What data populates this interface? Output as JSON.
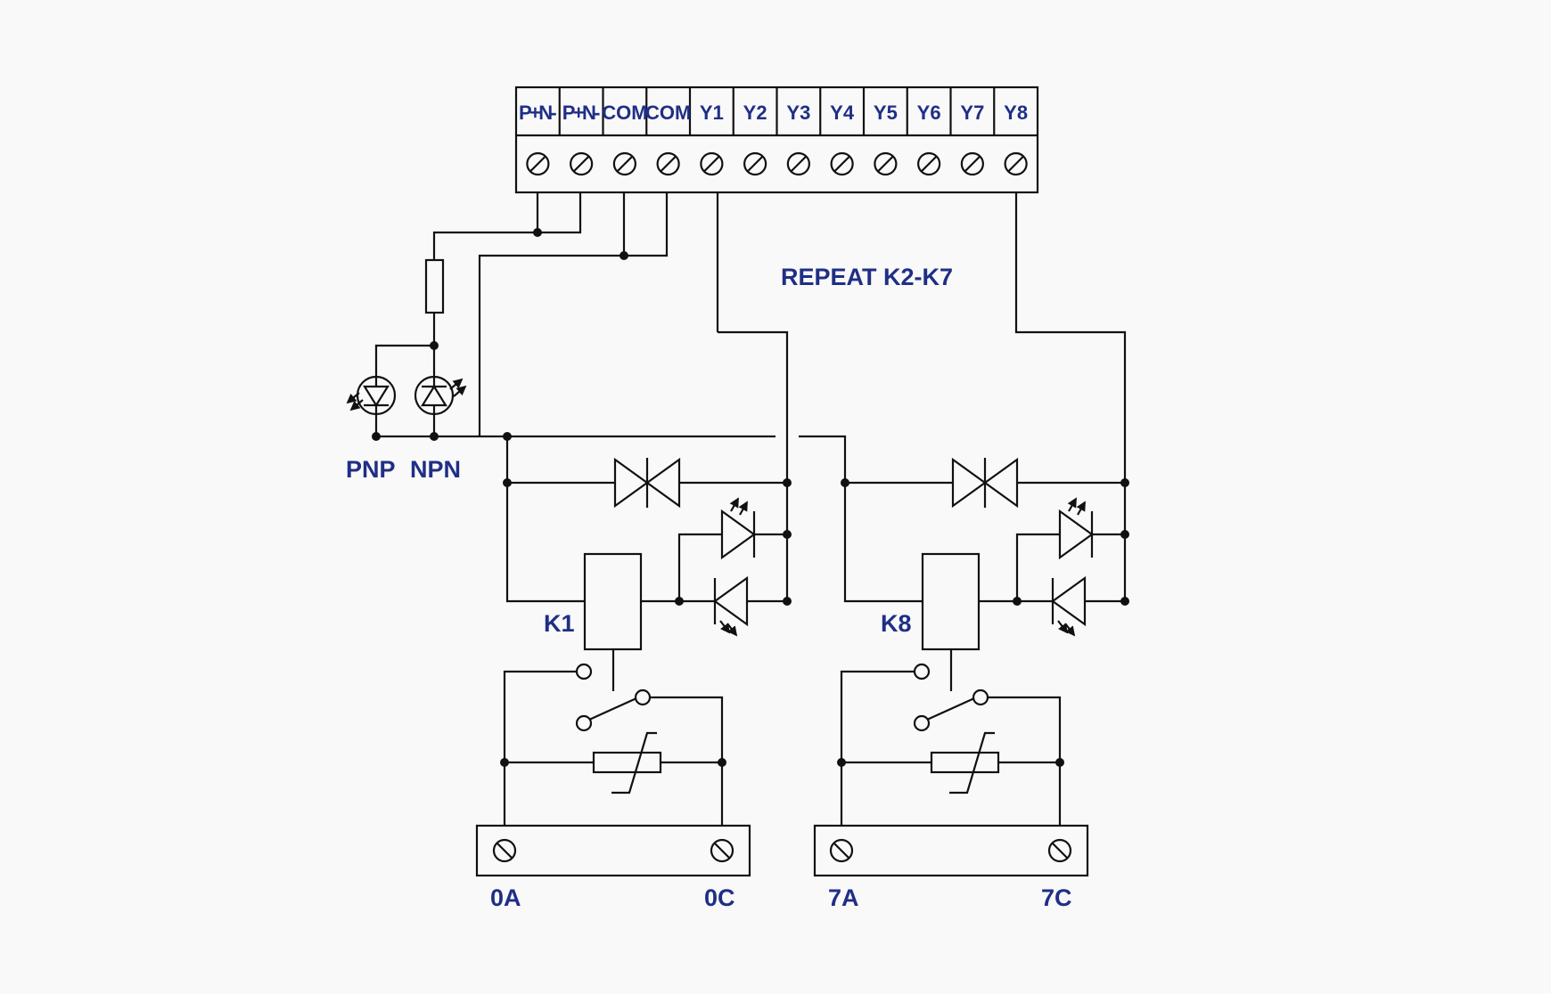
{
  "colors": {
    "background": "#f9f9f9",
    "label": "#1f2f86",
    "line": "#111111"
  },
  "top_terminals": [
    "P+N-",
    "P+N-",
    "COM",
    "COM",
    "Y1",
    "Y2",
    "Y3",
    "Y4",
    "Y5",
    "Y6",
    "Y7",
    "Y8"
  ],
  "labels": {
    "repeat_note": "REPEAT K2-K7",
    "pnp": "PNP",
    "npn": "NPN",
    "relay_left": "K1",
    "relay_right": "K8",
    "bottom_left_a": "0A",
    "bottom_left_c": "0C",
    "bottom_right_a": "7A",
    "bottom_right_c": "7C"
  }
}
